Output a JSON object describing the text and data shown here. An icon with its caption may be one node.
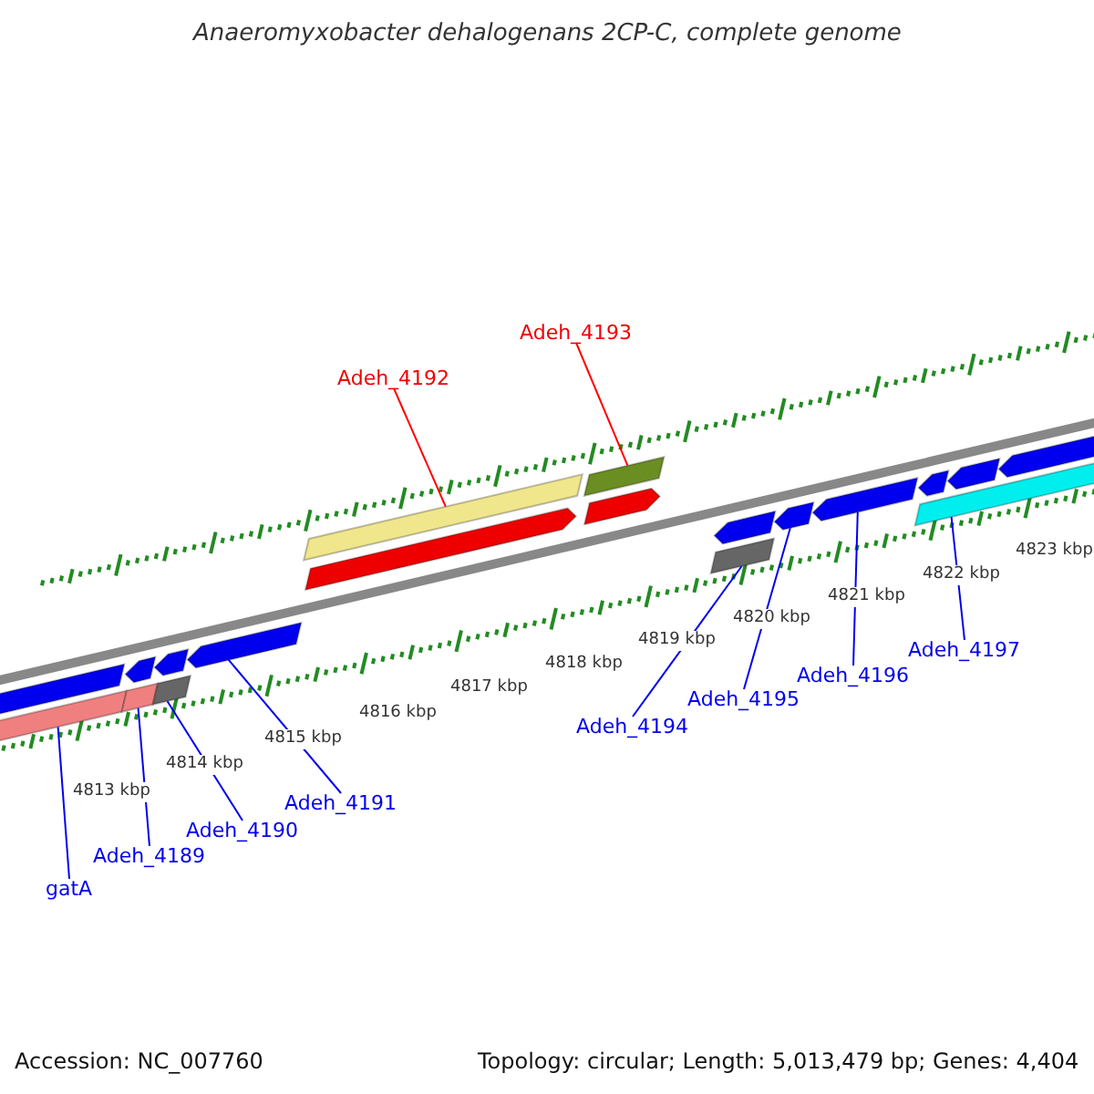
{
  "diagram": {
    "title": "Anaeromyxobacter dehalogenans 2CP-C, complete genome",
    "nodes": [
      {
        "text": [
          "Adeh_4193"
        ]
      },
      {
        "text": [
          "Adeh_4192"
        ]
      },
      {
        "text": [
          "Adeh_4197"
        ]
      },
      {
        "text": [
          "Adeh_4196"
        ]
      },
      {
        "text": [
          "Adeh_4195"
        ]
      },
      {
        "text": [
          "Adeh_4194"
        ]
      },
      {
        "text": [
          "Adeh_4191"
        ]
      },
      {
        "text": [
          "Adeh_4190"
        ]
      },
      {
        "text": [
          "Adeh_4189"
        ]
      },
      {
        "text": [
          "gatA"
        ]
      },
      {
        "text": [],
        "shape": "bar"
      },
      {
        "text": [],
        "shape": "bar"
      },
      {
        "text": [],
        "shape": "arrow"
      },
      {
        "text": [],
        "shape": "bar"
      },
      {
        "text": [],
        "shape": "arrow"
      },
      {
        "text": [],
        "shape": "bar"
      },
      {
        "text": [],
        "shape": "arrow"
      },
      {
        "text": [],
        "shape": "bar"
      },
      {
        "text": [],
        "shape": "arrow"
      },
      {
        "text": [],
        "shape": "bar"
      },
      {
        "text": [],
        "shape": "arrow"
      },
      {
        "text": [],
        "shape": "arrow"
      },
      {
        "text": [],
        "shape": "bar"
      },
      {
        "text": [],
        "shape": "arrow"
      },
      {
        "text": [],
        "shape": "arrow"
      },
      {
        "text": [],
        "shape": "arrow"
      },
      {
        "text": [],
        "shape": "bar"
      },
      {
        "text": [],
        "shape": "arrow"
      },
      {
        "text": [],
        "shape": "arrow"
      }
    ],
    "edges": [
      {
        "from": 0,
        "to": 19,
        "arrow": "none",
        "color": "#ff0000"
      },
      {
        "from": 1,
        "to": 17,
        "arrow": "none",
        "color": "#ff0000"
      },
      {
        "from": 2,
        "to": 26,
        "arrow": "none"
      },
      {
        "from": 3,
        "to": 24,
        "arrow": "none"
      },
      {
        "from": 4,
        "to": 23,
        "arrow": "none"
      },
      {
        "from": 5,
        "to": 22,
        "arrow": "none"
      },
      {
        "from": 6,
        "to": 16,
        "arrow": "none"
      },
      {
        "from": 7,
        "to": 15,
        "arrow": "none"
      },
      {
        "from": 8,
        "to": 13,
        "arrow": "none"
      },
      {
        "from": 9,
        "to": 11,
        "arrow": "none"
      }
    ],
    "labels": [
      "4813 kbp",
      "4814 kbp",
      "4815 kbp",
      "4816 kbp",
      "4817 kbp",
      "4818 kbp",
      "4819 kbp",
      "4820 kbp",
      "4821 kbp",
      "4822 kbp",
      "4823 kbp",
      "Accession: NC_007760",
      "Topology: circular; Length: 5,013,479 bp; Genes: 4,404"
    ]
  }
}
